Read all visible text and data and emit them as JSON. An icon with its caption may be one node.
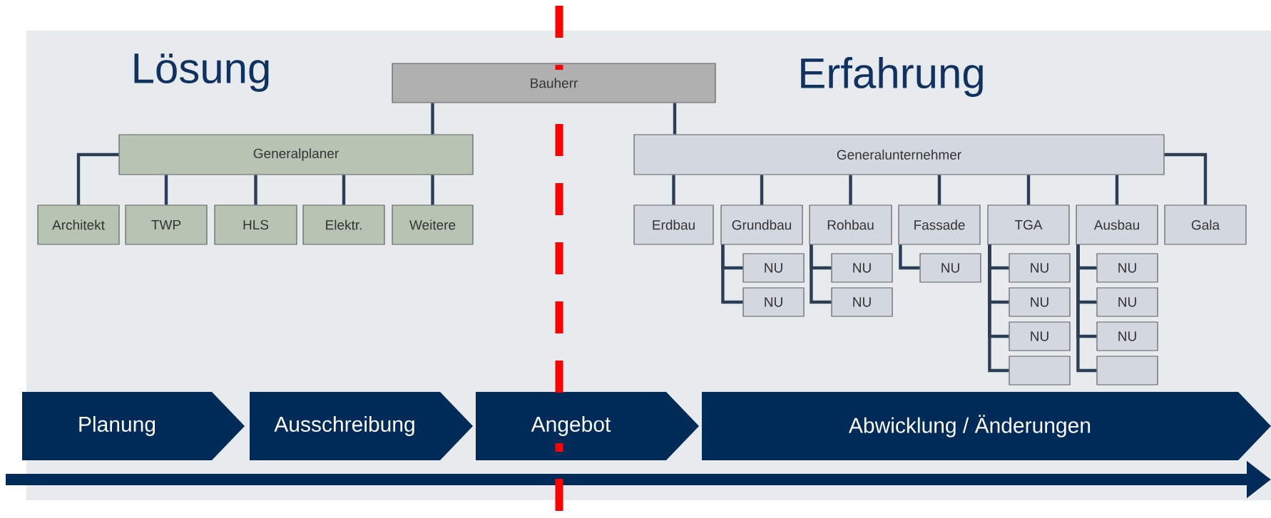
{
  "diagram": {
    "nodes": [
      {
        "text": [
          "Bauherr"
        ]
      },
      {
        "text": [
          "Generalplaner"
        ]
      },
      {
        "text": [
          "Architekt"
        ]
      },
      {
        "text": [
          "TWP"
        ]
      },
      {
        "text": [
          "HLS"
        ]
      },
      {
        "text": [
          "Elektr."
        ]
      },
      {
        "text": [
          "Weitere"
        ]
      },
      {
        "text": [
          "Generalunternehmer"
        ]
      },
      {
        "text": [
          "Erdbau"
        ]
      },
      {
        "text": [
          "Grundbau"
        ]
      },
      {
        "text": [
          "Rohbau"
        ]
      },
      {
        "text": [
          "Fassade"
        ]
      },
      {
        "text": [
          "TGA"
        ]
      },
      {
        "text": [
          "Ausbau"
        ]
      },
      {
        "text": [
          "Gala"
        ]
      },
      {
        "text": [
          "NU"
        ]
      },
      {
        "text": [
          "NU"
        ]
      },
      {
        "text": [
          "NU"
        ]
      },
      {
        "text": [
          "NU"
        ]
      },
      {
        "text": [
          "NU"
        ]
      },
      {
        "text": [
          "NU"
        ]
      },
      {
        "text": [
          "NU"
        ]
      },
      {
        "text": [
          "NU"
        ]
      },
      {
        "text": [
          "NU"
        ]
      },
      {
        "text": [
          "NU"
        ]
      },
      {
        "text": [
          "NU"
        ]
      },
      {
        "text": [],
        "shape": "box"
      },
      {
        "text": [],
        "shape": "box"
      },
      {
        "text": [
          "Planung"
        ]
      },
      {
        "text": [
          "Ausschreibung"
        ]
      },
      {
        "text": [
          "Angebot"
        ]
      },
      {
        "text": [
          "Abwicklung / Änderungen"
        ]
      }
    ],
    "edges": [
      {
        "from": 0,
        "to": 1,
        "arrow": "none"
      },
      {
        "from": 0,
        "to": 7,
        "arrow": "none"
      },
      {
        "from": 1,
        "to": 2,
        "arrow": "none"
      },
      {
        "from": 1,
        "to": 3,
        "arrow": "none"
      },
      {
        "from": 1,
        "to": 4,
        "arrow": "none"
      },
      {
        "from": 1,
        "to": 5,
        "arrow": "none"
      },
      {
        "from": 1,
        "to": 6,
        "arrow": "none"
      },
      {
        "from": 7,
        "to": 8,
        "arrow": "none"
      },
      {
        "from": 7,
        "to": 9,
        "arrow": "none"
      },
      {
        "from": 7,
        "to": 10,
        "arrow": "none"
      },
      {
        "from": 7,
        "to": 11,
        "arrow": "none"
      },
      {
        "from": 7,
        "to": 12,
        "arrow": "none"
      },
      {
        "from": 7,
        "to": 13,
        "arrow": "none"
      },
      {
        "from": 7,
        "to": 14,
        "arrow": "none"
      },
      {
        "from": 9,
        "to": 15,
        "arrow": "none"
      },
      {
        "from": 9,
        "to": 20,
        "arrow": "none"
      },
      {
        "from": 10,
        "to": 16,
        "arrow": "none"
      },
      {
        "from": 10,
        "to": 21,
        "arrow": "none"
      },
      {
        "from": 11,
        "to": 17,
        "arrow": "none"
      },
      {
        "from": 12,
        "to": 18,
        "arrow": "none"
      },
      {
        "from": 12,
        "to": 22,
        "arrow": "none"
      },
      {
        "from": 12,
        "to": 24,
        "arrow": "none"
      },
      {
        "from": 12,
        "to": 26,
        "arrow": "none"
      },
      {
        "from": 13,
        "to": 19,
        "arrow": "none"
      },
      {
        "from": 13,
        "to": 23,
        "arrow": "none"
      },
      {
        "from": 13,
        "to": 25,
        "arrow": "none"
      },
      {
        "from": 13,
        "to": 27,
        "arrow": "none"
      }
    ],
    "labels": [
      "Lösung",
      "Erfahrung"
    ]
  }
}
